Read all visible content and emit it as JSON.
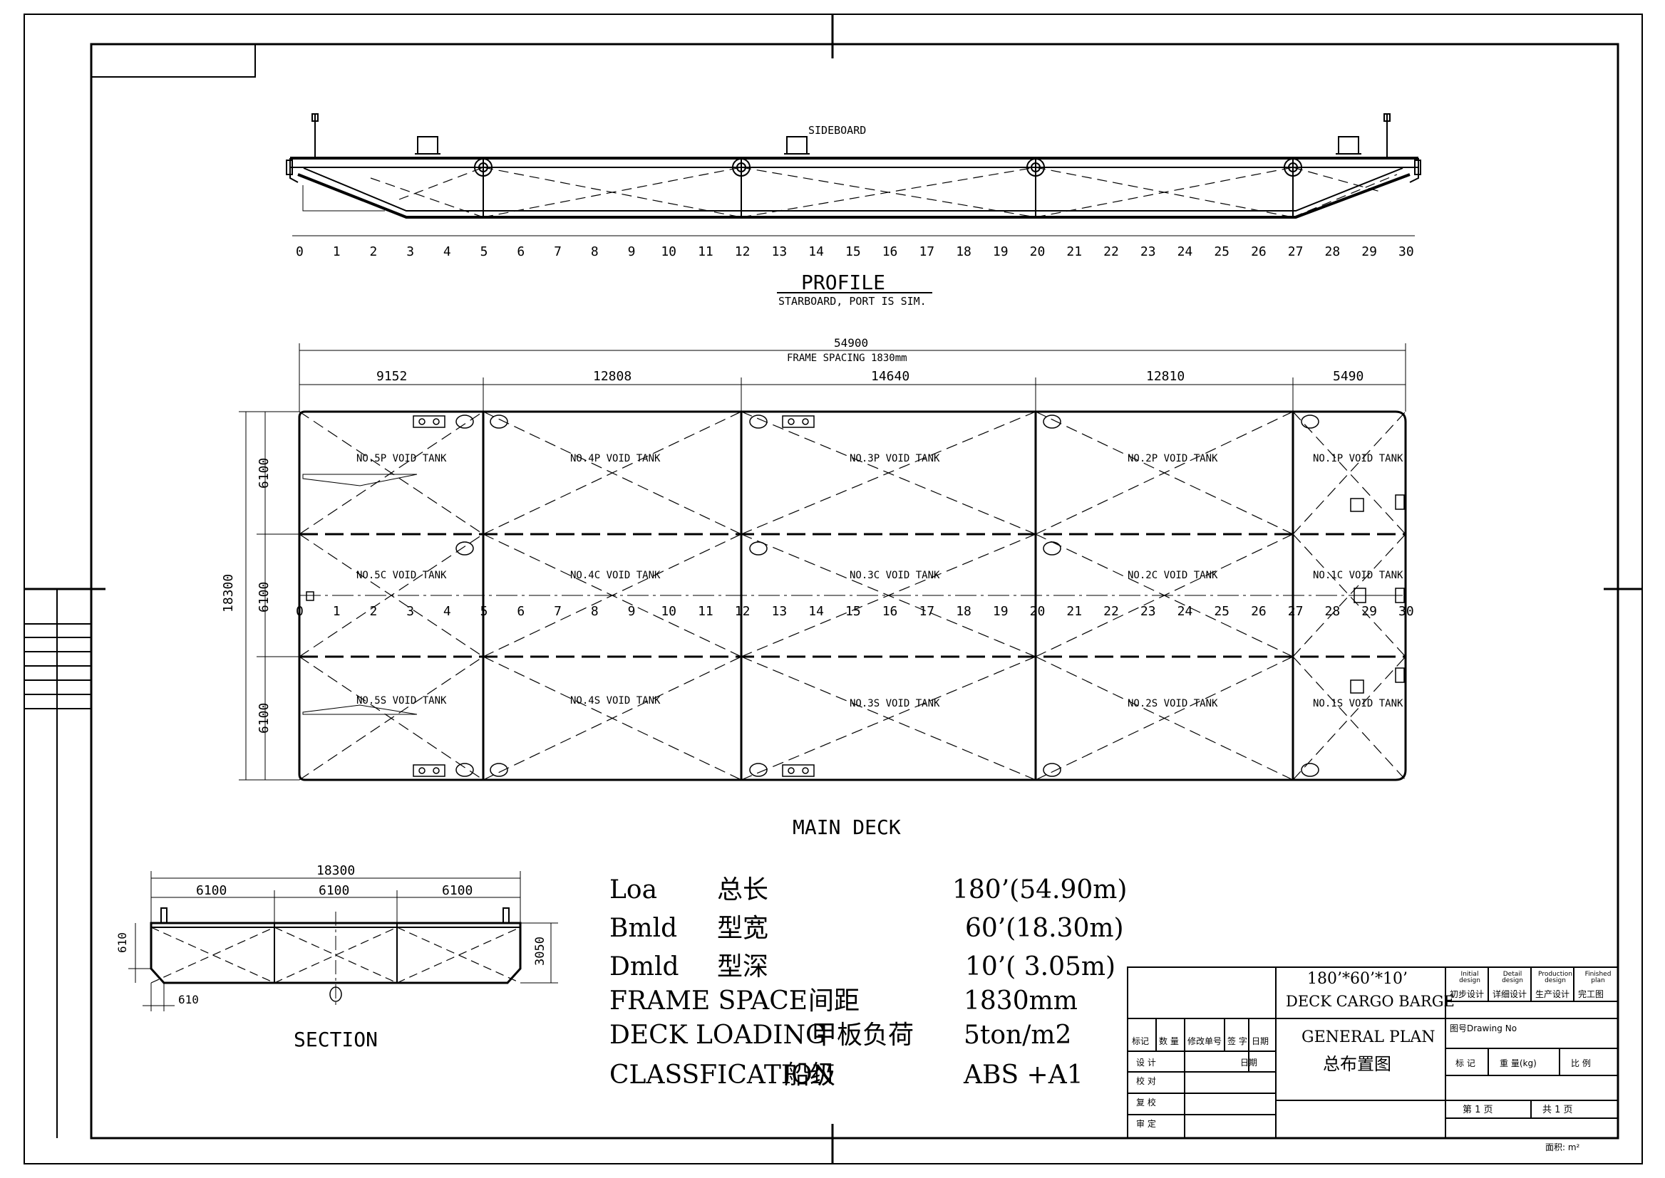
{
  "profile": {
    "title": "PROFILE",
    "subtitle": "STARBOARD, PORT IS SIM.",
    "sideboard_label": "SIDEBOARD",
    "frame_numbers": [
      "0",
      "1",
      "2",
      "3",
      "4",
      "5",
      "6",
      "7",
      "8",
      "9",
      "10",
      "11",
      "12",
      "13",
      "14",
      "15",
      "16",
      "17",
      "18",
      "19",
      "20",
      "21",
      "22",
      "23",
      "24",
      "25",
      "26",
      "27",
      "28",
      "29",
      "30"
    ]
  },
  "main_deck": {
    "title": "MAIN DECK",
    "overall_length": "54900",
    "frame_spacing": "FRAME SPACING 1830mm",
    "segments": [
      "9152",
      "12808",
      "14640",
      "12810",
      "5490"
    ],
    "breadth_total": "18300",
    "breadth_parts": [
      "6100",
      "6100",
      "6100"
    ],
    "tanks_port": [
      "NO.5P VOID TANK",
      "NO.4P VOID TANK",
      "NO.3P VOID TANK",
      "NO.2P VOID TANK",
      "NO.1P VOID TANK"
    ],
    "tanks_center": [
      "NO.5C VOID TANK",
      "NO.4C VOID TANK",
      "NO.3C VOID TANK",
      "NO.2C VOID TANK",
      "NO.1C VOID TANK"
    ],
    "tanks_stbd": [
      "NO.5S VOID TANK",
      "NO.4S VOID TANK",
      "NO.3S VOID TANK",
      "NO.2S VOID TANK",
      "NO.1S VOID TANK"
    ]
  },
  "section": {
    "title": "SECTION",
    "breadth_total": "18300",
    "breadth_parts": [
      "6100",
      "6100",
      "6100"
    ],
    "depth": "3050",
    "chamfer_v": "610",
    "chamfer_h": "610"
  },
  "specs": [
    {
      "label": "Loa",
      "cn": "总长",
      "value": "180’(54.90m)"
    },
    {
      "label": "Bmld",
      "cn": "型宽",
      "value": "60’(18.30m)"
    },
    {
      "label": "Dmld",
      "cn": "型深",
      "value": "10’( 3.05m)"
    },
    {
      "label": "FRAME SPACE",
      "cn": "间距",
      "value": "1830mm"
    },
    {
      "label": "DECK LOADING",
      "cn": "甲板负荷",
      "value": "5ton/m2"
    },
    {
      "label": "CLASSFICATION",
      "cn": "船级",
      "value": "ABS  +A1"
    }
  ],
  "title_block": {
    "vessel_size": "180’*60’*10’",
    "vessel_type": "DECK CARGO BARGE",
    "plan_en": "GENERAL PLAN",
    "plan_cn": "总布置图",
    "stages": [
      {
        "en": "Initial design",
        "cn": "初步设计"
      },
      {
        "en": "Detail design",
        "cn": "详细设计"
      },
      {
        "en": "Production design",
        "cn": "生产设计"
      },
      {
        "en": "Finished plan",
        "cn": "完工图"
      }
    ],
    "drawing_no": "图号Drawing No",
    "mark_cn": "标  记",
    "mass_cn": "重 量(kg)",
    "scale_cn": "比  例",
    "sheet_no": "第   1    页",
    "sheet_total": "共   1    页",
    "area": "面积:        m²",
    "revision_headers": [
      "标记",
      "数 量",
      "修改单号",
      "签 字",
      "日期"
    ],
    "roles": [
      "设 计",
      "校 对",
      "复 校",
      "审 定"
    ],
    "date_label": "日期"
  }
}
